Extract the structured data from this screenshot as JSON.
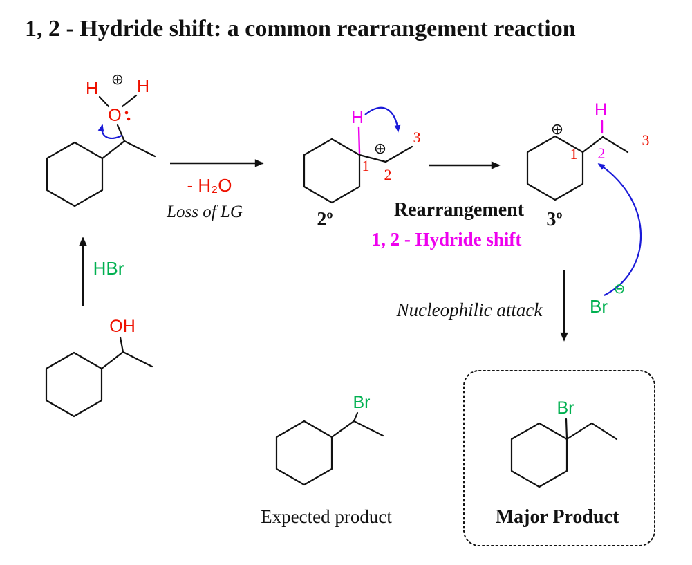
{
  "title": "1, 2 - Hydride shift: a common rearrangement reaction",
  "colors": {
    "red": "#ee1100",
    "green": "#00b050",
    "blue": "#1a1ad8",
    "magenta": "#ee00ee",
    "black": "#111111"
  },
  "structures": {
    "protonated_alcohol": {
      "h_left": "H",
      "h_right": "H",
      "charge": "⊕",
      "oxygen": "O"
    },
    "secondary_cation": {
      "hydride": "H",
      "charge": "⊕",
      "num1": "1",
      "num2": "2",
      "num3": "3",
      "degree_label": "2º"
    },
    "tertiary_cation": {
      "hydride": "H",
      "charge": "⊕",
      "num1": "1",
      "num2": "2",
      "num3": "3",
      "degree_label": "3º"
    },
    "starting_alcohol": {
      "hydroxyl": "OH"
    },
    "expected_product": {
      "bromo": "Br",
      "caption": "Expected product"
    },
    "major_product": {
      "bromo": "Br",
      "caption": "Major Product"
    }
  },
  "steps": {
    "protonation_reagent": "HBr",
    "loss_of_water": "- H₂O",
    "loss_of_lg": "Loss of LG",
    "rearrangement": "Rearrangement",
    "hydride_shift": "1, 2 - Hydride shift",
    "nucleophile": "Br",
    "nucleophile_charge": "⊖",
    "nucleophilic_attack": "Nucleophilic attack"
  }
}
